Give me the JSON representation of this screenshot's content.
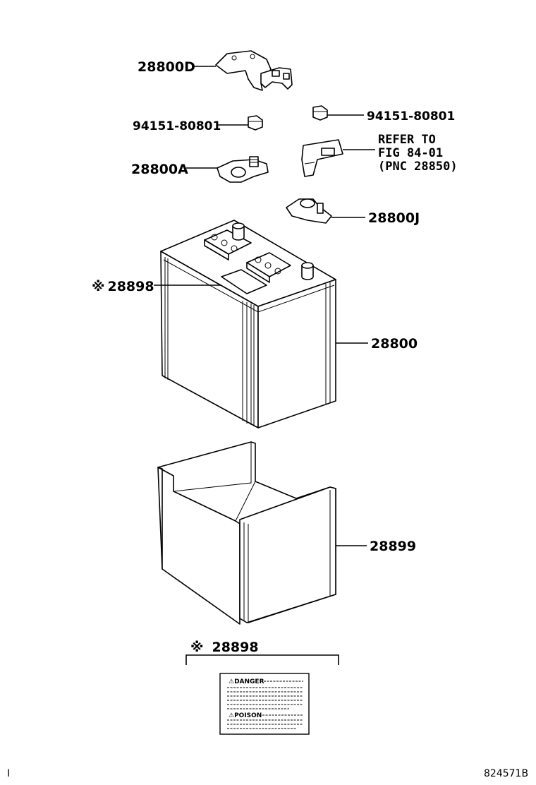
{
  "callouts": {
    "cover_clamp": "28800D",
    "nut_left": "94151-80801",
    "nut_right": "94151-80801",
    "terminal_a": "28800A",
    "terminal_j": "28800J",
    "label_ref": "28898",
    "battery": "28800",
    "tray": "28899",
    "label_detail": "28898",
    "ref_mark": "※"
  },
  "refer_note": {
    "line1": "REFER TO",
    "line2": "FIG 84-01",
    "line3": "(PNC 28850)"
  },
  "label_sticker": {
    "danger": "⚠DANGER",
    "poison": "⚠POISON"
  },
  "footer": {
    "left_mark": "I",
    "figure_id": "824571B"
  }
}
